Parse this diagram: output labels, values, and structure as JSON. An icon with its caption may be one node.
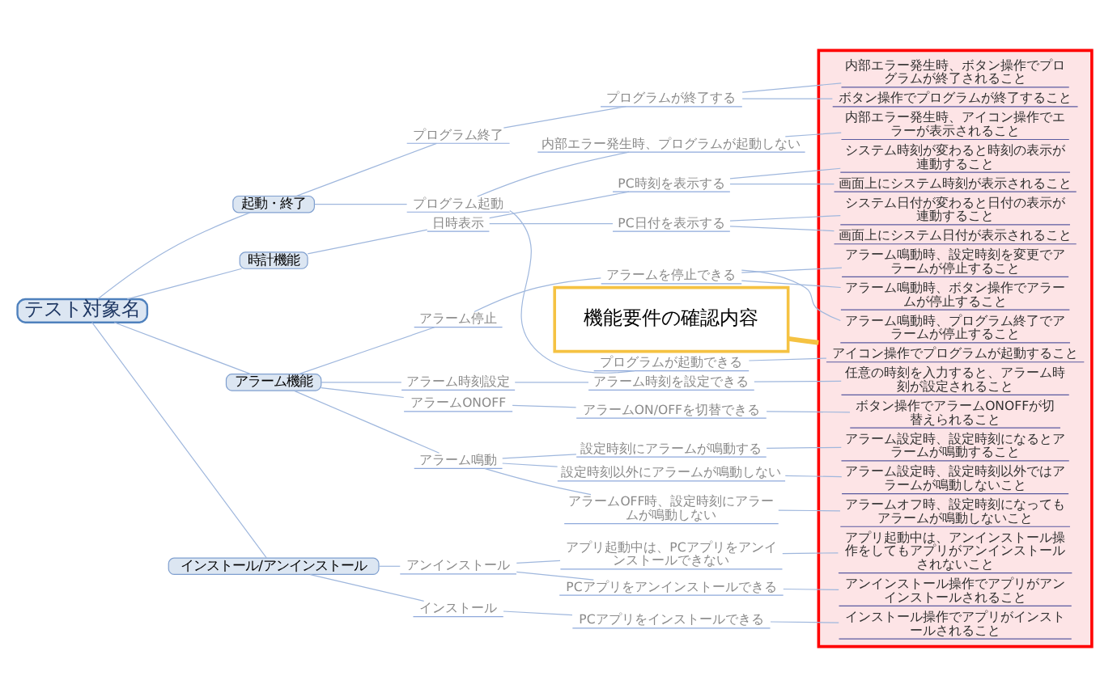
{
  "diagram": {
    "nodes": [
      {
        "text": [
          "テスト対象名"
        ]
      },
      {
        "text": [
          "起動・終了"
        ]
      },
      {
        "text": [
          "時計機能"
        ]
      },
      {
        "text": [
          "アラーム機能"
        ]
      },
      {
        "text": [
          "インストール/アンインストール"
        ]
      },
      {
        "text": [
          "プログラム起動"
        ]
      },
      {
        "text": [
          "プログラム終了"
        ]
      },
      {
        "text": [
          "日時表示"
        ]
      },
      {
        "text": [
          "アラーム時刻設定"
        ]
      },
      {
        "text": [
          "アラームONOFF"
        ]
      },
      {
        "text": [
          "アラーム鳴動"
        ]
      },
      {
        "text": [
          "アラーム停止"
        ]
      },
      {
        "text": [
          "インストール"
        ]
      },
      {
        "text": [
          "アンインストール"
        ]
      },
      {
        "text": [
          "プログラムが起動できる"
        ]
      },
      {
        "text": [
          "内部エラー発生時、プログラムが起動しない"
        ]
      },
      {
        "text": [
          "プログラムが終了する"
        ]
      },
      {
        "text": [
          "PC日付を表示する"
        ]
      },
      {
        "text": [
          "PC時刻を表示する"
        ]
      },
      {
        "text": [
          "アラーム時刻を設定できる"
        ]
      },
      {
        "text": [
          "アラームON/OFFを切替できる"
        ]
      },
      {
        "text": [
          "設定時刻にアラームが鳴動する"
        ]
      },
      {
        "text": [
          "設定時刻以外にアラームが鳴動しない"
        ]
      },
      {
        "text": [
          "アラームOFF時、設定時刻にアラームが鳴動しない"
        ]
      },
      {
        "text": [
          "アラームを停止できる"
        ]
      },
      {
        "text": [
          "PCアプリをインストールできる"
        ]
      },
      {
        "text": [
          "PCアプリをアンインストールできる"
        ]
      },
      {
        "text": [
          "アプリ起動中は、PCアプリをアンインストールできない"
        ]
      },
      {
        "text": [],
        "shape": "box"
      },
      {
        "text": [
          "アイコン操作でプログラムが起動すること"
        ],
        "in": 28
      },
      {
        "text": [
          "内部エラー発生時、アイコン操作でエラーが表示されること"
        ],
        "in": 28
      },
      {
        "text": [
          "ボタン操作でプログラムが終了すること"
        ],
        "in": 28
      },
      {
        "text": [
          "内部エラー発生時、ボタン操作でプログラムが終了されること"
        ],
        "in": 28
      },
      {
        "text": [
          "画面上にシステム日付が表示されること"
        ],
        "in": 28
      },
      {
        "text": [
          "システム日付が変わると日付の表示が連動すること"
        ],
        "in": 28
      },
      {
        "text": [
          "画面上にシステム時刻が表示されること"
        ],
        "in": 28
      },
      {
        "text": [
          "システム時刻が変わると時刻の表示が連動すること"
        ],
        "in": 28
      },
      {
        "text": [
          "任意の時刻を入力すると、アラーム時刻が設定されること"
        ],
        "in": 28
      },
      {
        "text": [
          "ボタン操作でアラームONOFFが切替えられること"
        ],
        "in": 28
      },
      {
        "text": [
          "アラーム設定時、設定時刻になるとアラームが鳴動すること"
        ],
        "in": 28
      },
      {
        "text": [
          "アラーム設定時、設定時刻以外ではアラームが鳴動しないこと"
        ],
        "in": 28
      },
      {
        "text": [
          "アラームオフ時、設定時刻になってもアラームが鳴動しないこと"
        ],
        "in": 28
      },
      {
        "text": [
          "アラーム鳴動時、ボタン操作でアラームが停止すること"
        ],
        "in": 28
      },
      {
        "text": [
          "アラーム鳴動時、プログラム終了でアラームが停止すること"
        ],
        "in": 28
      },
      {
        "text": [
          "アラーム鳴動時、設定時刻を変更でアラームが停止すること"
        ],
        "in": 28
      },
      {
        "text": [
          "インストール操作でアプリがインストールされること"
        ],
        "in": 28
      },
      {
        "text": [
          "アンインストール操作でアプリがアンインストールされること"
        ],
        "in": 28
      },
      {
        "text": [
          "アプリ起動中は、アンインストール操作をしてもアプリがアンインストールされないこと"
        ],
        "in": 28
      },
      {
        "text": [
          "機能要件の確認内容"
        ]
      }
    ],
    "edges": [
      {
        "from": 0,
        "to": 1,
        "arrow": "none"
      },
      {
        "from": 0,
        "to": 2,
        "arrow": "none"
      },
      {
        "from": 0,
        "to": 3,
        "arrow": "none"
      },
      {
        "from": 0,
        "to": 4,
        "arrow": "none"
      },
      {
        "from": 1,
        "to": 5,
        "arrow": "none"
      },
      {
        "from": 1,
        "to": 6,
        "arrow": "none"
      },
      {
        "from": 2,
        "to": 7,
        "arrow": "none"
      },
      {
        "from": 3,
        "to": 8,
        "arrow": "none"
      },
      {
        "from": 3,
        "to": 9,
        "arrow": "none"
      },
      {
        "from": 3,
        "to": 10,
        "arrow": "none"
      },
      {
        "from": 3,
        "to": 11,
        "arrow": "none"
      },
      {
        "from": 4,
        "to": 12,
        "arrow": "none"
      },
      {
        "from": 4,
        "to": 13,
        "arrow": "none"
      },
      {
        "from": 5,
        "to": 14,
        "arrow": "none"
      },
      {
        "from": 5,
        "to": 15,
        "arrow": "none"
      },
      {
        "from": 6,
        "to": 16,
        "arrow": "none"
      },
      {
        "from": 7,
        "to": 17,
        "arrow": "none"
      },
      {
        "from": 7,
        "to": 18,
        "arrow": "none"
      },
      {
        "from": 8,
        "to": 19,
        "arrow": "none"
      },
      {
        "from": 9,
        "to": 20,
        "arrow": "none"
      },
      {
        "from": 10,
        "to": 21,
        "arrow": "none"
      },
      {
        "from": 10,
        "to": 22,
        "arrow": "none"
      },
      {
        "from": 10,
        "to": 23,
        "arrow": "none"
      },
      {
        "from": 11,
        "to": 24,
        "arrow": "none"
      },
      {
        "from": 12,
        "to": 25,
        "arrow": "none"
      },
      {
        "from": 13,
        "to": 26,
        "arrow": "none"
      },
      {
        "from": 13,
        "to": 27,
        "arrow": "none"
      },
      {
        "from": 14,
        "to": 29,
        "arrow": "none"
      },
      {
        "from": 15,
        "to": 30,
        "arrow": "none"
      },
      {
        "from": 16,
        "to": 31,
        "arrow": "none"
      },
      {
        "from": 16,
        "to": 32,
        "arrow": "none"
      },
      {
        "from": 17,
        "to": 33,
        "arrow": "none"
      },
      {
        "from": 17,
        "to": 34,
        "arrow": "none"
      },
      {
        "from": 18,
        "to": 35,
        "arrow": "none"
      },
      {
        "from": 18,
        "to": 36,
        "arrow": "none"
      },
      {
        "from": 19,
        "to": 37,
        "arrow": "none"
      },
      {
        "from": 20,
        "to": 38,
        "arrow": "none"
      },
      {
        "from": 21,
        "to": 39,
        "arrow": "none"
      },
      {
        "from": 22,
        "to": 40,
        "arrow": "none"
      },
      {
        "from": 23,
        "to": 41,
        "arrow": "none"
      },
      {
        "from": 24,
        "to": 42,
        "arrow": "none"
      },
      {
        "from": 24,
        "to": 43,
        "arrow": "none"
      },
      {
        "from": 24,
        "to": 44,
        "arrow": "none"
      },
      {
        "from": 25,
        "to": 45,
        "arrow": "none"
      },
      {
        "from": 26,
        "to": 46,
        "arrow": "none"
      },
      {
        "from": 27,
        "to": 47,
        "arrow": "none"
      },
      {
        "from": 48,
        "to": 28,
        "arrow": "none",
        "color": "#f5c242",
        "style": "thick"
      }
    ]
  }
}
